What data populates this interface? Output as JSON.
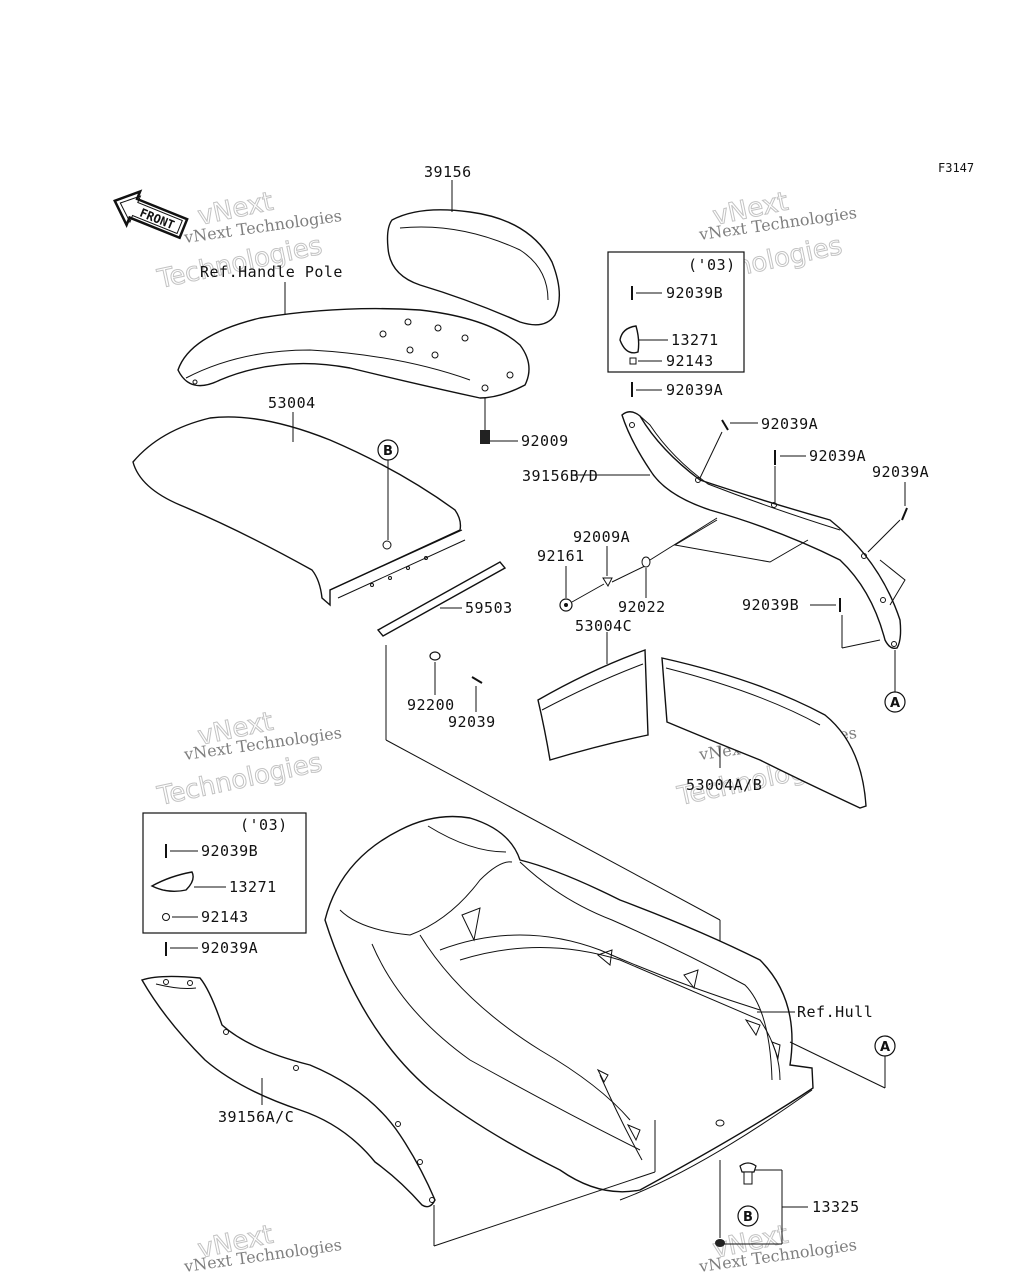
{
  "figure_code": "F3147",
  "front_label": "FRONT",
  "watermark": {
    "line1": "vNext Technologies",
    "line2": "Technologies",
    "line3": "vNext"
  },
  "refs": {
    "handle_pole": "Ref.Handle Pole",
    "hull": "Ref.Hull"
  },
  "years": {
    "box_top": "('03)",
    "box_left": "('03)"
  },
  "callouts": {
    "A": "A",
    "B": "B"
  },
  "parts": {
    "p39156": "39156",
    "p53004": "53004",
    "p92009": "92009",
    "p39156BD": "39156B/D",
    "p92039B_box": "92039B",
    "p13271_box": "13271",
    "p92143_box": "92143",
    "p92039A_1": "92039A",
    "p92039A_2": "92039A",
    "p92039A_3": "92039A",
    "p92039A_4": "92039A",
    "p92009A": "92009A",
    "p92161": "92161",
    "p92022": "92022",
    "p59503": "59503",
    "p53004C": "53004C",
    "p92039B_r": "92039B",
    "p92200": "92200",
    "p92039": "92039",
    "p53004AB": "53004A/B",
    "p92039B_left": "92039B",
    "p13271_left": "13271",
    "p92143_left": "92143",
    "p92039A_left": "92039A",
    "p39156AC": "39156A/C",
    "p13325": "13325"
  }
}
